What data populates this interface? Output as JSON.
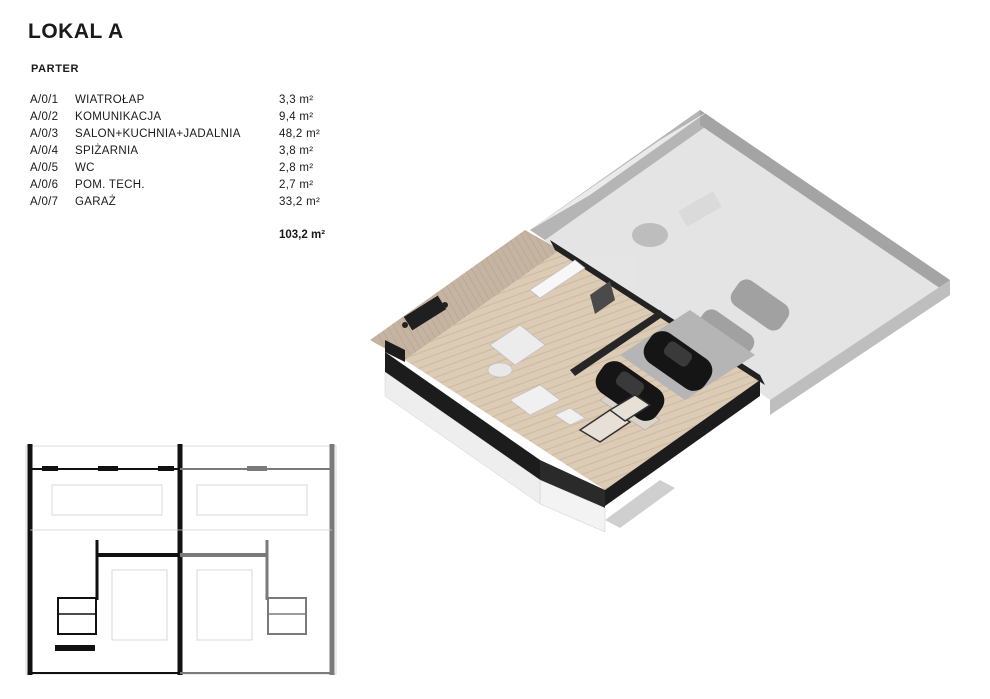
{
  "header": {
    "title": "LOKAL A",
    "subtitle": "PARTER"
  },
  "rooms": [
    {
      "code": "A/0/1",
      "name": "WIATROŁAP",
      "area": "3,3 m²"
    },
    {
      "code": "A/0/2",
      "name": "KOMUNIKACJA",
      "area": "9,4 m²"
    },
    {
      "code": "A/0/3",
      "name": "SALON+KUCHNIA+JADALNIA",
      "area": "48,2 m²"
    },
    {
      "code": "A/0/4",
      "name": "SPIŻARNIA",
      "area": "3,8 m²"
    },
    {
      "code": "A/0/5",
      "name": "WC",
      "area": "2,8 m²"
    },
    {
      "code": "A/0/6",
      "name": "POM. TECH.",
      "area": "2,7 m²"
    },
    {
      "code": "A/0/7",
      "name": "GARAŻ",
      "area": "33,2 m²"
    }
  ],
  "total": "103,2 m²",
  "colors": {
    "wall": "#1c1c1c",
    "floor": "#d8c7b1",
    "terrace": "#bfae9c",
    "ghost": "#a9a9a9"
  }
}
